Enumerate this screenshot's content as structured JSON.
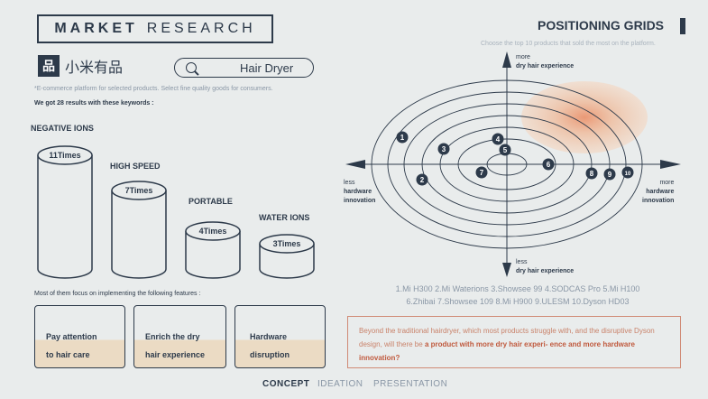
{
  "header": {
    "title_bold": "MARKET",
    "title_rest": "RESEARCH"
  },
  "brand": {
    "logo_char": "品",
    "name": "小米有品"
  },
  "search": {
    "query": "Hair Dryer"
  },
  "tagline": "*E-commerce platform for selected products. Select fine quality goods for consumers.",
  "results_text": "We got 28 results with these keywords :",
  "keywords": [
    {
      "name": "NEGATIVE IONS",
      "count": "11Times",
      "value": 11
    },
    {
      "name": "HIGH SPEED",
      "count": "7Times",
      "value": 7
    },
    {
      "name": "PORTABLE",
      "count": "4Times",
      "value": 4
    },
    {
      "name": "WATER IONS",
      "count": "3Times",
      "value": 3
    }
  ],
  "features_intro": "Most of them focus on implementing the following features :",
  "features": [
    {
      "line1": "Pay attention",
      "line2": "to hair care"
    },
    {
      "line1": "Enrich the dry",
      "line2": "hair experience"
    },
    {
      "line1": "Hardware",
      "line2": "disruption"
    }
  ],
  "positioning": {
    "title": "POSITIONING GRIDS",
    "subtitle": "Choose the top 10 products that sold the most on the platform.",
    "y_top": {
      "l1": "more",
      "l2": "dry hair experience"
    },
    "y_bottom": {
      "l1": "less",
      "l2": "dry hair experience"
    },
    "x_left": {
      "l1": "less",
      "l2": "hardware",
      "l3": "innovation"
    },
    "x_right": {
      "l1": "more",
      "l2": "hardware",
      "l3": "innovation"
    },
    "points": [
      "1",
      "2",
      "3",
      "4",
      "5",
      "6",
      "7",
      "8",
      "9",
      "10"
    ],
    "legend_line1": "1.Mi H300 2.Mi Waterions 3.Showsee 99 4.SODCAS Pro 5.Mi H100",
    "legend_line2": "6.Zhibai 7.Showsee 109 8.Mi H900 9.ULESM 10.Dyson HD03",
    "highlight_color": "#f0b490"
  },
  "callout": {
    "text": "Beyond the traditional hairdryer, which most products struggle with, and the disruptive Dyson design, will there be ",
    "bold": "a product with more dry hair experi- ence and more hardware innovation?"
  },
  "nav": {
    "concept": "CONCEPT",
    "ideation": "IDEATION",
    "presentation": "PRESENTATION",
    "active": "CONCEPT"
  }
}
